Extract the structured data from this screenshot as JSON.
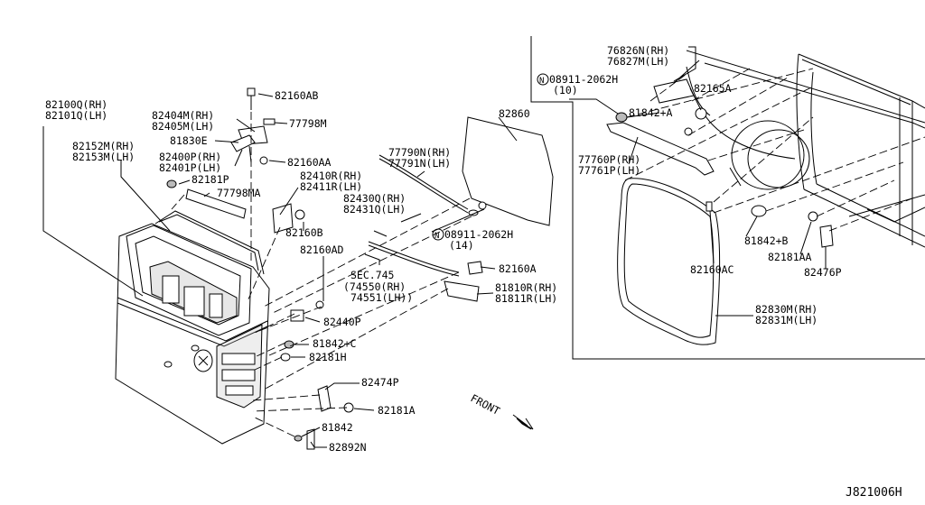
{
  "diagram": {
    "drawing_number": "J821006H",
    "front_label": "FRONT",
    "labels": {
      "p82100": "82100Q(RH)",
      "p82101": "82101Q(LH)",
      "p82152": "82152M(RH)",
      "p82153": "82153M(LH)",
      "p82404": "82404M(RH)",
      "p82405": "82405M(LH)",
      "p81830": "81830E",
      "p82400": "82400P(RH)",
      "p82401": "82401P(LH)",
      "p82181p": "82181P",
      "p77798ma": "77798MA",
      "p82160ab": "82160AB",
      "p77798m": "77798M",
      "p82160aa": "82160AA",
      "p82410": "82410R(RH)",
      "p82411": "82411R(LH)",
      "p82160b": "82160B",
      "p82160ad": "82160AD",
      "p77790": "77790N(RH)",
      "p77791": "77791N(LH)",
      "p82430": "82430Q(RH)",
      "p82431": "82431Q(LH)",
      "p08911a": "08911-2062H",
      "p08911a_qty": "(14)",
      "p82860": "82860",
      "sec745": "SEC.745",
      "p74550": "(74550(RH)",
      "p74551": "74551(LH))",
      "p82160a": "82160A",
      "p81810": "81810R(RH)",
      "p81811": "81811R(LH)",
      "p82440p": "82440P",
      "p81842c": "81842+C",
      "p82181h": "82181H",
      "p82474p": "82474P",
      "p82181a": "82181A",
      "p81842": "81842",
      "p82892n": "82892N",
      "p76826": "76826N(RH)",
      "p76827": "76827M(LH)",
      "p08911b": "08911-2062H",
      "p08911b_qty": "(10)",
      "p82165a": "82165A",
      "p81842a": "81842+A",
      "p77760": "77760P(RH)",
      "p77761": "77761P(LH)",
      "p81842b": "81842+B",
      "p82181aa": "82181AA",
      "p82160ac": "82160AC",
      "p82476p": "82476P",
      "p82830": "82830M(RH)",
      "p82831": "82831M(LH)"
    }
  }
}
